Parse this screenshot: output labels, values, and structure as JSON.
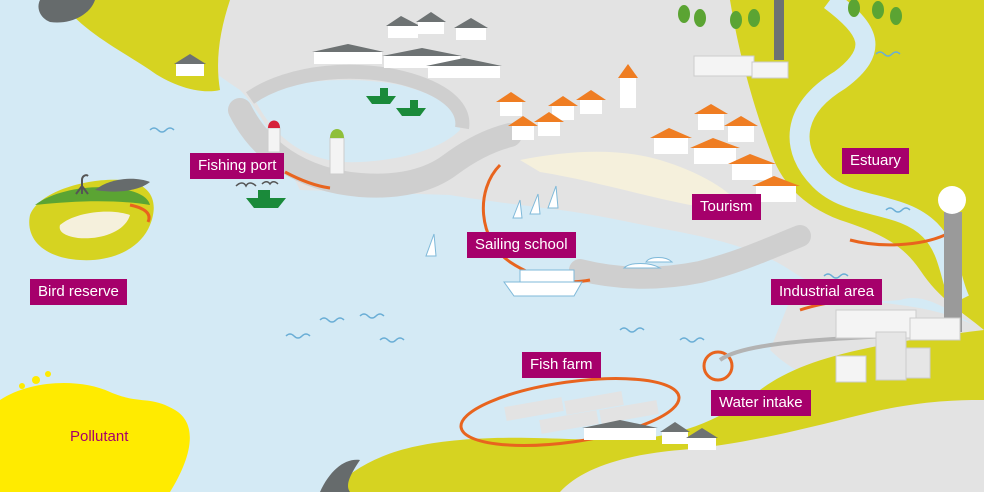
{
  "labels": {
    "fishing_port": "Fishing port",
    "bird_reserve": "Bird reserve",
    "pollutant": "Pollutant",
    "sailing_school": "Sailing school",
    "tourism": "Tourism",
    "estuary": "Estuary",
    "industrial_area": "Industrial area",
    "fish_farm": "Fish farm",
    "water_intake": "Water intake"
  },
  "colors": {
    "water": "#d4eaf5",
    "land": "#e3e3e3",
    "coast": "#d6d321",
    "sand": "#f5f0dc",
    "boundary": "#e8641e",
    "label_bg": "#a6006b",
    "pollutant": "#ffeb00"
  }
}
